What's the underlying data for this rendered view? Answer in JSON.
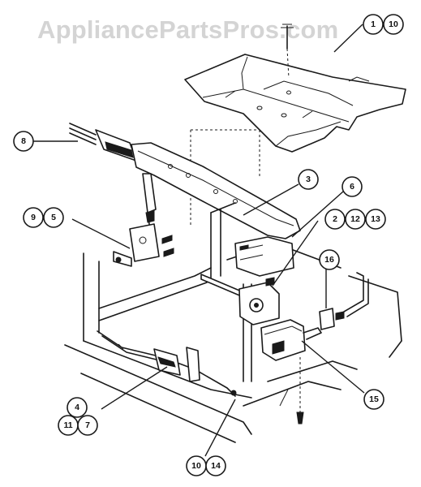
{
  "watermark": "AppliancePartsPros.com",
  "callouts": [
    {
      "id": "c1",
      "label": "1"
    },
    {
      "id": "c10a",
      "label": "10"
    },
    {
      "id": "c8",
      "label": "8"
    },
    {
      "id": "c3",
      "label": "3"
    },
    {
      "id": "c6",
      "label": "6"
    },
    {
      "id": "c9",
      "label": "9"
    },
    {
      "id": "c5",
      "label": "5"
    },
    {
      "id": "c2",
      "label": "2"
    },
    {
      "id": "c12",
      "label": "12"
    },
    {
      "id": "c13",
      "label": "13"
    },
    {
      "id": "c16",
      "label": "16"
    },
    {
      "id": "c15",
      "label": "15"
    },
    {
      "id": "c4",
      "label": "4"
    },
    {
      "id": "c11",
      "label": "11"
    },
    {
      "id": "c7",
      "label": "7"
    },
    {
      "id": "c10b",
      "label": "10"
    },
    {
      "id": "c14",
      "label": "14"
    }
  ]
}
